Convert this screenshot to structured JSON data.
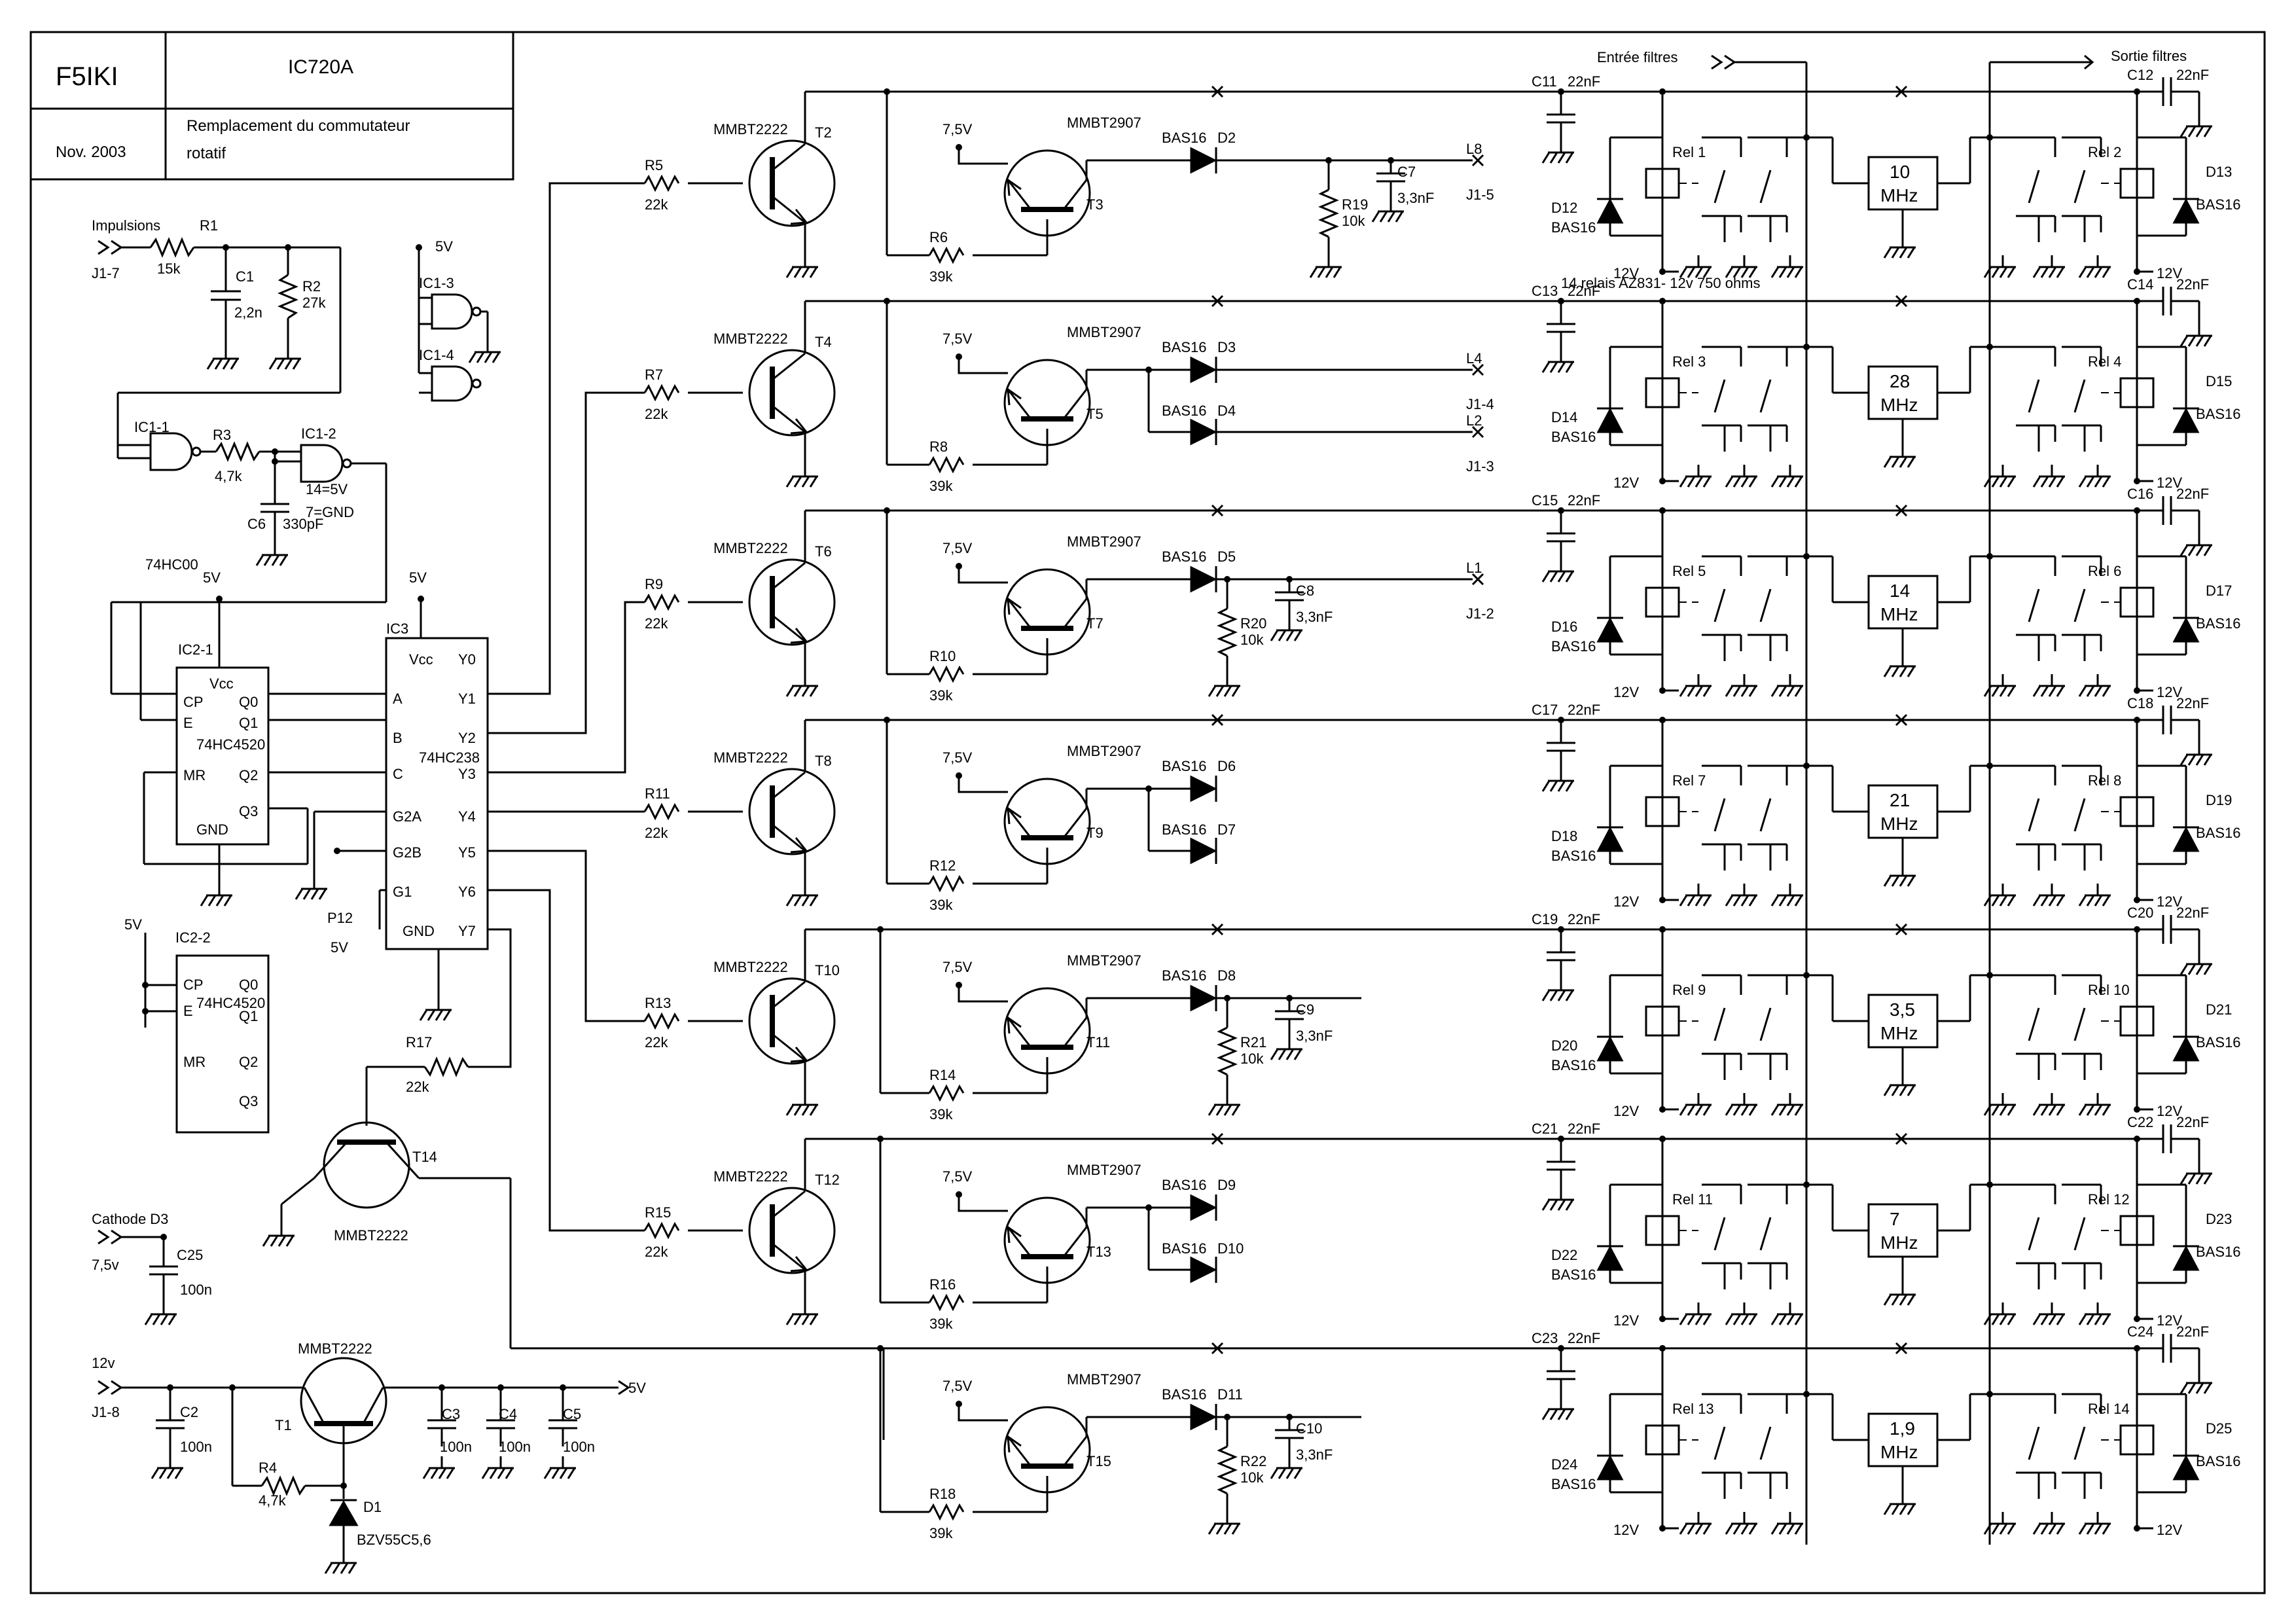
{
  "title_block": {
    "callsign": "F5IKI",
    "radio": "IC720A",
    "date": "Nov. 2003",
    "description_line1": "Remplacement du commutateur",
    "description_line2": "rotatif"
  },
  "inputs": {
    "impulsions": "Impulsions",
    "j17": "J1-7",
    "cathode_d3": "Cathode D3",
    "v75": "7,5v",
    "v12": "12v",
    "j18": "J1-8",
    "v5": "5V",
    "entree_filtres": "Entrée filtres",
    "sortie_filtres": "Sortie filtres"
  },
  "relay_note": "14 relais AZ831- 12v 750 ohms",
  "components": {
    "r1": "R1",
    "r1v": "15k",
    "c1": "C1",
    "c1v": "2,2n",
    "r2": "R2",
    "r2v": "27k",
    "ic11": "IC1-1",
    "ic12": "IC1-2",
    "ic13": "IC1-3",
    "ic14": "IC1-4",
    "r3": "R3",
    "r3v": "4,7k",
    "c6": "C6",
    "c6v": "330pF",
    "ic1type": "74HC00",
    "pwr1": "14=5V",
    "pwr2": "7=GND",
    "ic21": "IC2-1",
    "ic22": "IC2-2",
    "ic2type": "74HC4520",
    "ic3": "IC3",
    "ic3type": "74HC238",
    "r17": "R17",
    "r17v": "22k",
    "t14": "T14",
    "mmbt2222": "MMBT2222",
    "c25": "C25",
    "c25v": "100n",
    "c2": "C2",
    "c2v": "100n",
    "t1": "T1",
    "r4": "R4",
    "r4v": "4,7k",
    "d1": "D1",
    "d1v": "BZV55C5,6",
    "c3": "C3",
    "c4": "C4",
    "c5": "C5",
    "cv100n": "100n",
    "p12": "P12"
  },
  "ic_pins": {
    "vcc": "Vcc",
    "cp": "CP",
    "e": "E",
    "mr": "MR",
    "gnd": "GND",
    "q0": "Q0",
    "q1": "Q1",
    "q2": "Q2",
    "q3": "Q3",
    "a": "A",
    "b": "B",
    "c": "C",
    "g2a": "G2A",
    "g2b": "G2B",
    "g1": "G1",
    "y0": "Y0",
    "y1": "Y1",
    "y2": "Y2",
    "y3": "Y3",
    "y4": "Y4",
    "y5": "Y5",
    "y6": "Y6",
    "y7": "Y7"
  },
  "rows": [
    {
      "rb": "R5",
      "rbv": "22k",
      "tn": "T2",
      "tp": "T3",
      "rr": "R6",
      "rrv": "39k",
      "d1": "D2",
      "d2": "",
      "rl": "R19",
      "rlv": "10k",
      "cl": "C7",
      "clv": "3,3nF",
      "out": "L8",
      "outj": "J1-5",
      "ca": "C11",
      "cb": "C12",
      "rla": "Rel 1",
      "rlb": "Rel 2",
      "da": "D12",
      "db": "D13",
      "band": "10",
      "unit": "MHz"
    },
    {
      "rb": "R7",
      "rbv": "22k",
      "tn": "T4",
      "tp": "T5",
      "rr": "R8",
      "rrv": "39k",
      "d1": "D3",
      "d2": "D4",
      "rl": "",
      "rlv": "",
      "cl": "",
      "clv": "",
      "out": "L4",
      "outj": "J1-4",
      "out2": "L2",
      "out2j": "J1-3",
      "ca": "C13",
      "cb": "C14",
      "rla": "Rel 3",
      "rlb": "Rel 4",
      "da": "D14",
      "db": "D15",
      "band": "28",
      "unit": "MHz"
    },
    {
      "rb": "R9",
      "rbv": "22k",
      "tn": "T6",
      "tp": "T7",
      "rr": "R10",
      "rrv": "39k",
      "d1": "D5",
      "d2": "",
      "rl": "R20",
      "rlv": "10k",
      "cl": "C8",
      "clv": "3,3nF",
      "out": "L1",
      "outj": "J1-2",
      "ca": "C15",
      "cb": "C16",
      "rla": "Rel 5",
      "rlb": "Rel 6",
      "da": "D16",
      "db": "D17",
      "band": "14",
      "unit": "MHz"
    },
    {
      "rb": "R11",
      "rbv": "22k",
      "tn": "T8",
      "tp": "T9",
      "rr": "R12",
      "rrv": "39k",
      "d1": "D6",
      "d2": "D7",
      "rl": "",
      "rlv": "",
      "cl": "",
      "clv": "",
      "ca": "C17",
      "cb": "C18",
      "rla": "Rel 7",
      "rlb": "Rel 8",
      "da": "D18",
      "db": "D19",
      "band": "21",
      "unit": "MHz"
    },
    {
      "rb": "R13",
      "rbv": "22k",
      "tn": "T10",
      "tp": "T11",
      "rr": "R14",
      "rrv": "39k",
      "d1": "D8",
      "d2": "",
      "rl": "R21",
      "rlv": "10k",
      "cl": "C9",
      "clv": "3,3nF",
      "ca": "C19",
      "cb": "C20",
      "rla": "Rel 9",
      "rlb": "Rel 10",
      "da": "D20",
      "db": "D21",
      "band": "3,5",
      "unit": "MHz"
    },
    {
      "rb": "R15",
      "rbv": "22k",
      "tn": "T12",
      "tp": "T13",
      "rr": "R16",
      "rrv": "39k",
      "d1": "D9",
      "d2": "D10",
      "rl": "",
      "rlv": "",
      "cl": "",
      "clv": "",
      "ca": "C21",
      "cb": "C22",
      "rla": "Rel 11",
      "rlb": "Rel 12",
      "da": "D22",
      "db": "D23",
      "band": "7",
      "unit": "MHz"
    },
    {
      "rb": "",
      "rbv": "",
      "tn": "",
      "tp": "T15",
      "rr": "R18",
      "rrv": "39k",
      "d1": "D11",
      "d2": "",
      "rl": "R22",
      "rlv": "10k",
      "cl": "C10",
      "clv": "3,3nF",
      "ca": "C23",
      "cb": "C24",
      "rla": "Rel 13",
      "rlb": "Rel 14",
      "da": "D24",
      "db": "D25",
      "band": "1,9",
      "unit": "MHz"
    }
  ],
  "common": {
    "npn": "MMBT2222",
    "pnp": "MMBT2907",
    "v75": "7,5V",
    "diode": "BAS16",
    "v12": "12V",
    "cap22": "22nF"
  }
}
